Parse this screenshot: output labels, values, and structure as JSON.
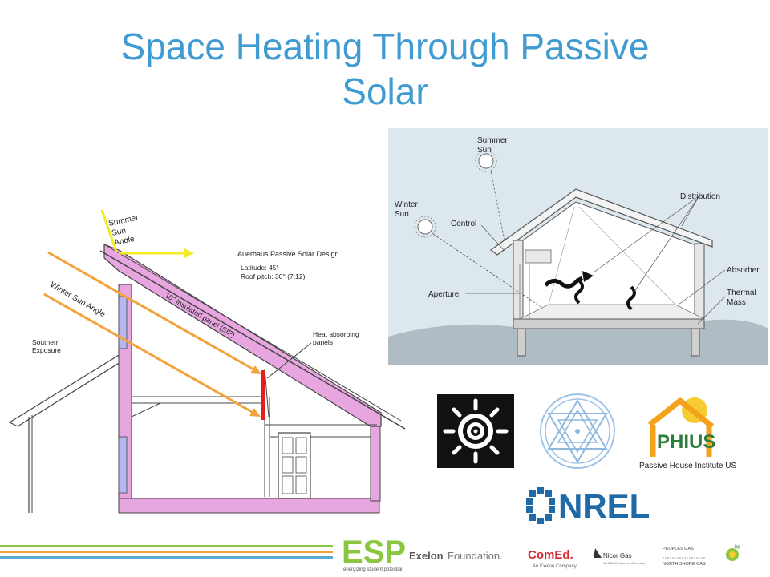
{
  "slide": {
    "title_line1": "Space Heating Through Passive",
    "title_line2": "Solar"
  },
  "left_diagram": {
    "summer_label": [
      "Summer",
      "Sun",
      "Angle"
    ],
    "winter_label": "Winter Sun Angle",
    "design_title": "Auerhaus Passive Solar Design",
    "latitude": "Latitude: 45°",
    "roof_pitch": "Roof pitch: 30°  (7:12)",
    "panel_label": "10\" Insulated panel (SIP)",
    "heat_label": [
      "Heat absorbing",
      "panels"
    ],
    "southern_label": [
      "Southern",
      "Exposure"
    ]
  },
  "right_diagram": {
    "summer_sun": [
      "Summer",
      "Sun"
    ],
    "winter_sun": [
      "Winter",
      "Sun"
    ],
    "control": "Control",
    "distribution": "Distribution",
    "aperture": "Aperture",
    "absorber": "Absorber",
    "thermal_mass": [
      "Thermal",
      "Mass"
    ]
  },
  "logos": {
    "phius_text": "PHIUS",
    "phius_caption": "Passive House Institute US",
    "nrel_text": "NREL"
  },
  "footer": {
    "esp": "ESP",
    "esp_tagline": "energizing student potential",
    "exelon": "Exelon",
    "foundation": "Foundation.",
    "comed": "ComEd.",
    "comed_sub": "An Exelon Company",
    "nicor": "Nicor Gas",
    "nicor_sub": "An AGL Resources Company",
    "peoples": "PEOPLES GAS",
    "north_shore": "NORTH SHORE GAS",
    "bp": "bp"
  },
  "colors": {
    "title": "#3f9bd2",
    "roof_pink": "#e8a6e0",
    "sun_arrow": "#f4a23c",
    "summer_arrow": "#f2ea22",
    "phius_green": "#2e7d3a",
    "phius_orange": "#f4a21c",
    "nrel_blue": "#1f6aa8",
    "esp_green": "#8cc63f"
  }
}
